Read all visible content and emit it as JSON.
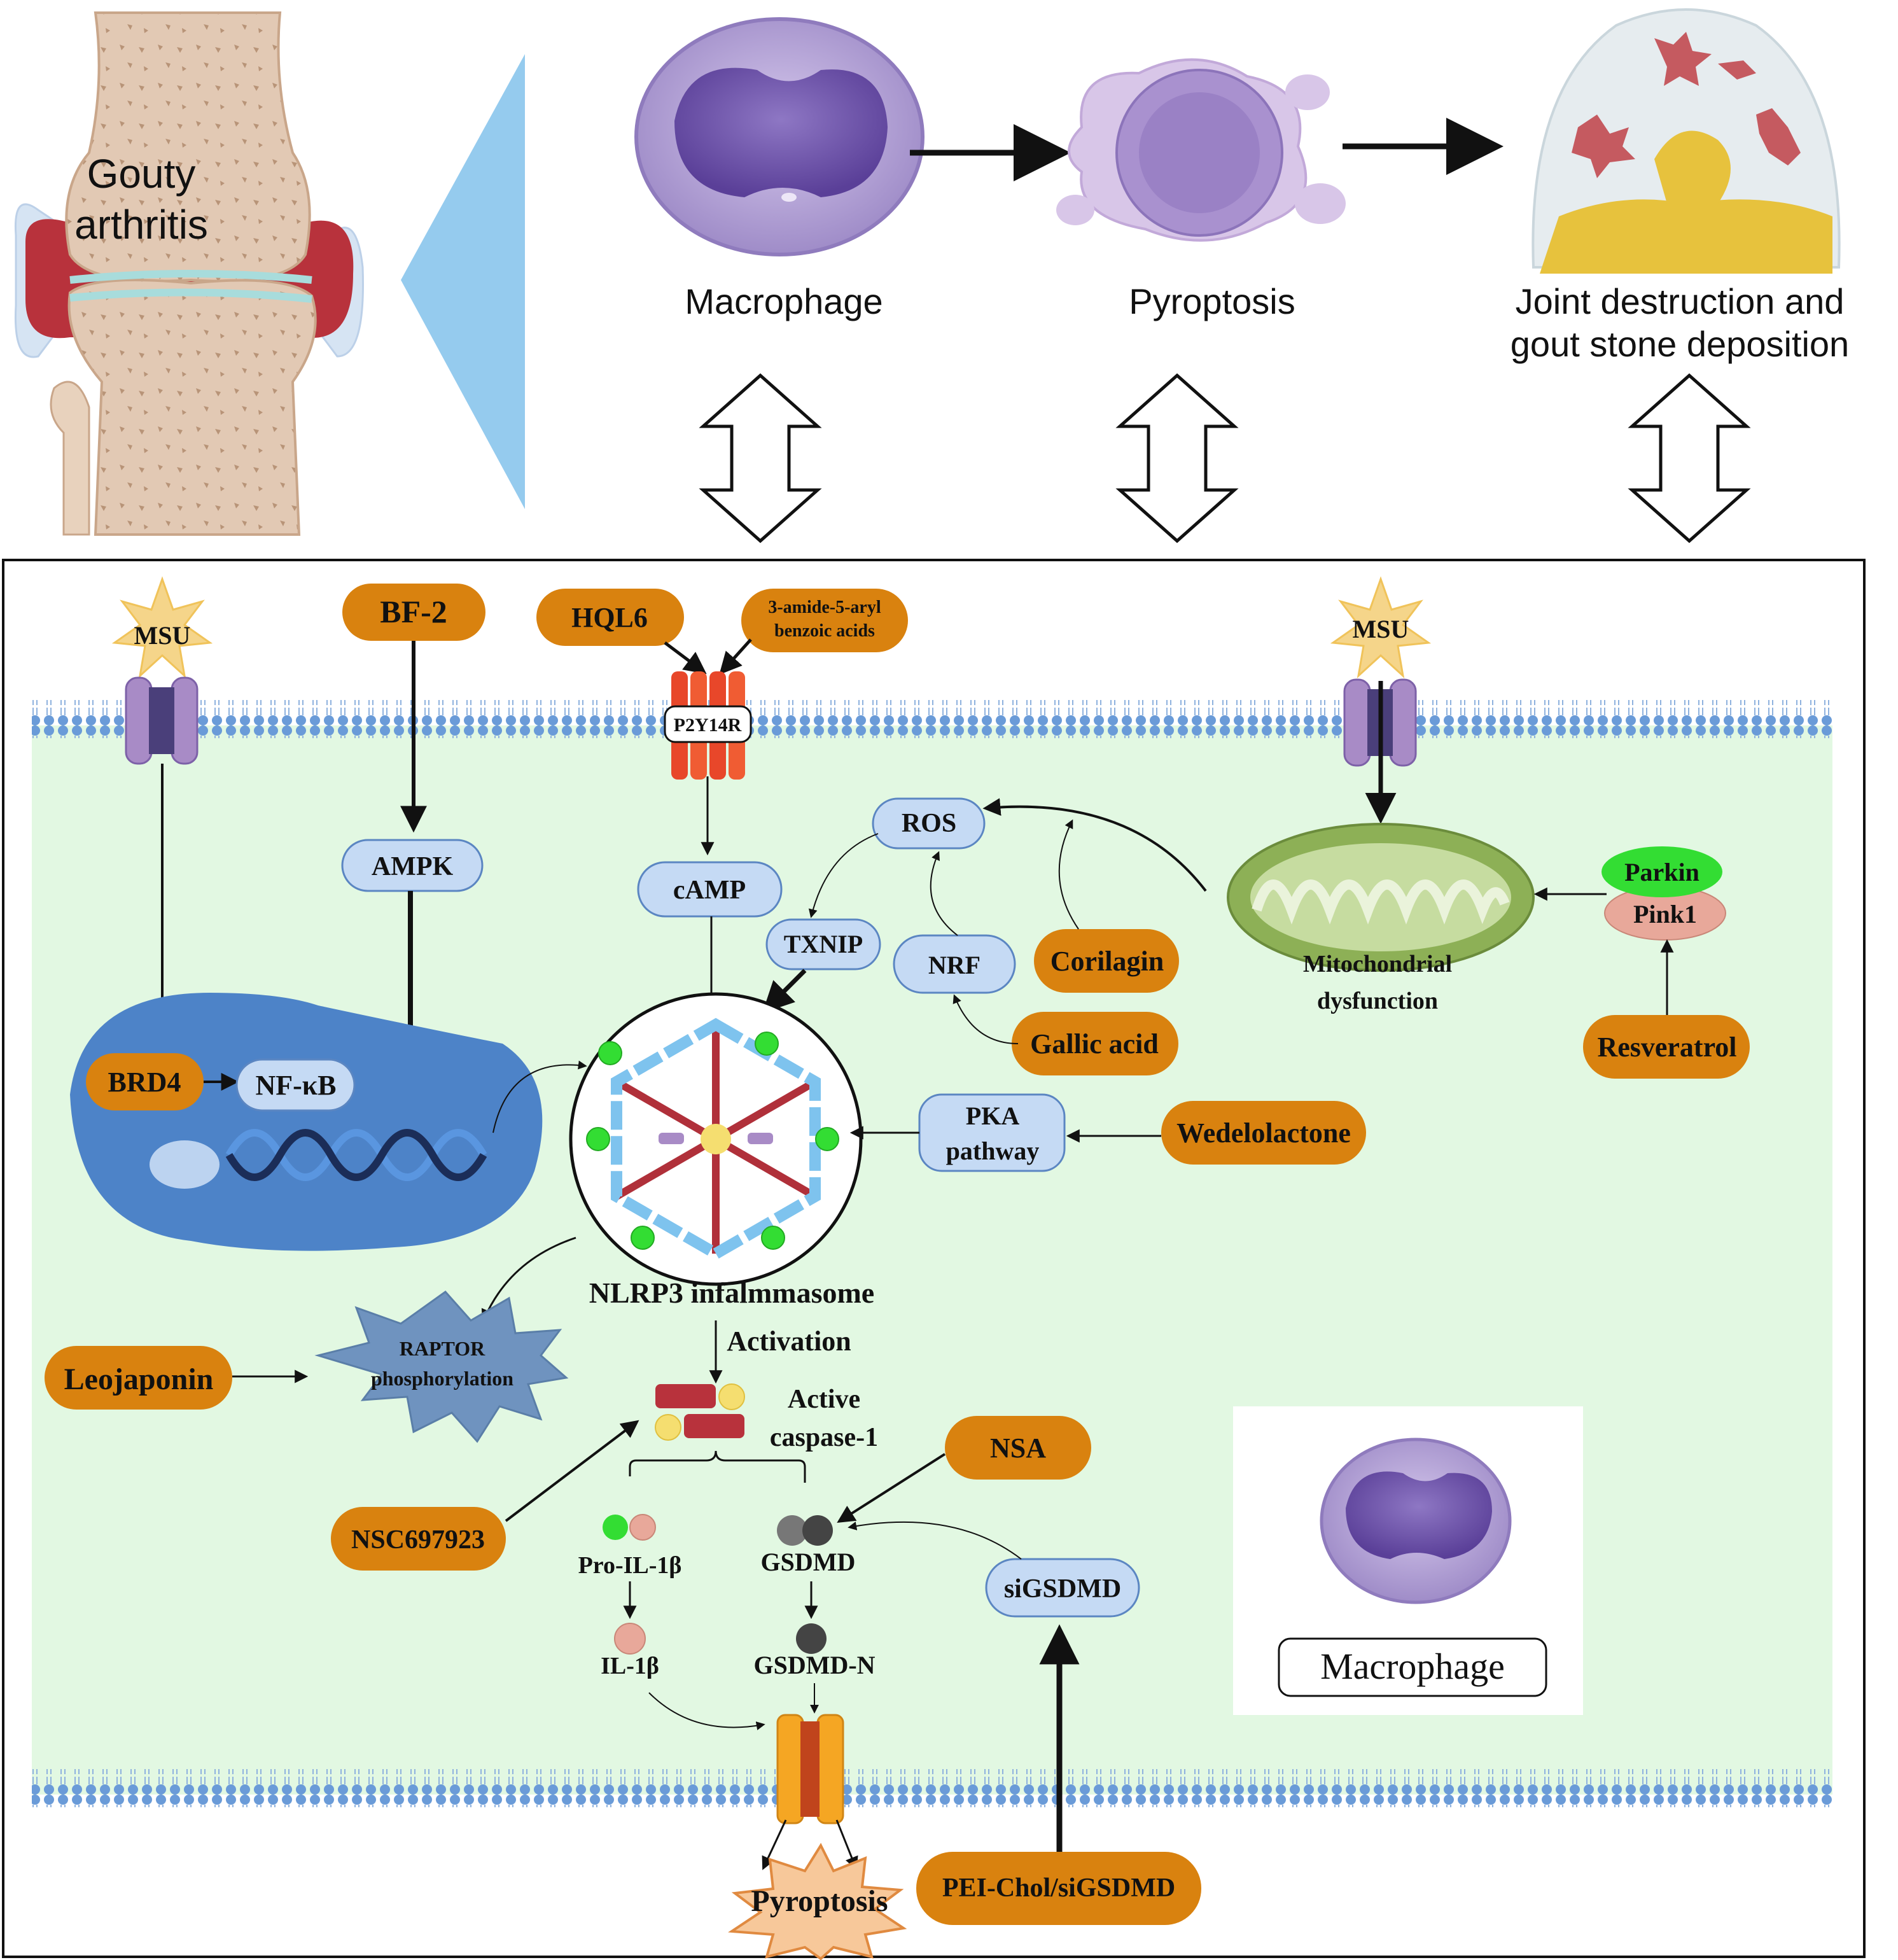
{
  "top": {
    "joint_label_line1": "Gouty",
    "joint_label_line2": "arthritis",
    "macrophage_label": "Macrophage",
    "pyroptosis_label": "Pyroptosis",
    "destruction_label_line1": "Joint destruction and",
    "destruction_label_line2": "gout stone deposition"
  },
  "cell": {
    "msu_left": "MSU",
    "msu_right": "MSU",
    "bf2": "BF-2",
    "hql6": "HQL6",
    "amide_line1": "3-amide-5-aryl",
    "amide_line2": "benzoic acids",
    "p2y14r": "P2Y14R",
    "ampk": "AMPK",
    "camp": "cAMP",
    "ros": "ROS",
    "txnip": "TXNIP",
    "nrf": "NRF",
    "corilagin": "Corilagin",
    "gallic_acid": "Gallic acid",
    "parkin": "Parkin",
    "pink1": "Pink1",
    "mito_line1": "Mitochondrial",
    "mito_line2": "dysfunction",
    "resveratrol": "Resveratrol",
    "brd4": "BRD4",
    "nfkb": "NF-κB",
    "pka_line1": "PKA",
    "pka_line2": "pathway",
    "wedelolactone": "Wedelolactone",
    "nlrp3": "NLRP3 infalmmasome",
    "activation": "Activation",
    "raptor_line1": "RAPTOR",
    "raptor_line2": "phosphorylation",
    "leojaponin": "Leojaponin",
    "caspase_line1": "Active",
    "caspase_line2": "caspase-1",
    "nsa": "NSA",
    "nsc": "NSC697923",
    "pro_il": "Pro-IL-1β",
    "gsdmd": "GSDMD",
    "il1b": "IL-1β",
    "gsdmd_n": "GSDMD-N",
    "sigsdmd": "siGSDMD",
    "pei": "PEI-Chol/siGSDMD",
    "pyroptosis": "Pyroptosis",
    "legend_macrophage": "Macrophage"
  },
  "colors": {
    "orange_pill": "#d9820f",
    "blue_pill": "#c5daf4",
    "cytoplasm": "#e2f8e2",
    "nucleus": "#4d83c8",
    "membrane": "#5b8fd0",
    "mitochondria": "#8db056",
    "macrophage": "#9a86c4",
    "parkin": "#33dd33",
    "pink1": "#e8a89a"
  }
}
